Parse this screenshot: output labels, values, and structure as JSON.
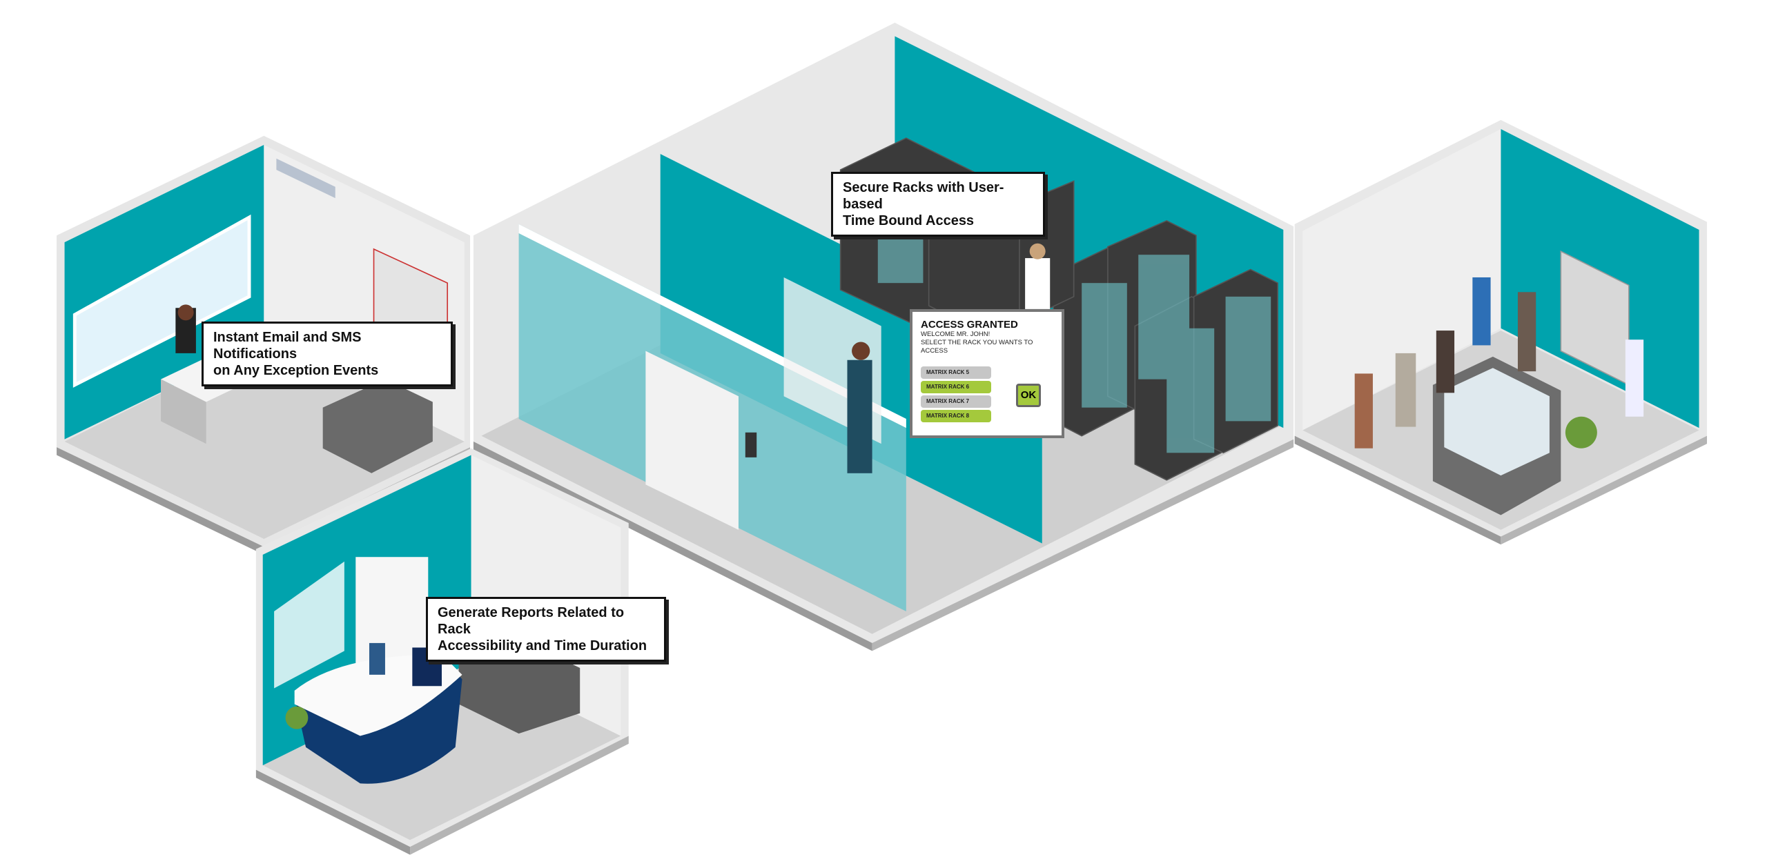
{
  "callouts": {
    "notifications": {
      "line1": "Instant Email and SMS Notifications",
      "line2": "on Any Exception Events"
    },
    "secure_racks": {
      "line1": "Secure Racks with User-based",
      "line2": "Time Bound Access"
    },
    "reports": {
      "line1": "Generate Reports Related to Rack",
      "line2": "Accessibility and Time Duration"
    }
  },
  "access_panel": {
    "title": "ACCESS GRANTED",
    "welcome": "WELCOME MR. JOHN!",
    "instruction": "SELECT THE RACK YOU WANTS TO ACCESS",
    "racks": [
      {
        "label": "MATRIX RACK 5",
        "state": "grey"
      },
      {
        "label": "MATRIX RACK 6",
        "state": "green"
      },
      {
        "label": "MATRIX RACK 7",
        "state": "grey"
      },
      {
        "label": "MATRIX RACK 8",
        "state": "green"
      }
    ],
    "ok_label": "OK"
  },
  "colors": {
    "teal": "#00a3ad",
    "teal_light": "#6fc6cc",
    "floor": "#d3d3d3",
    "wall": "#ececec",
    "rack": "#3a3a3a",
    "accent_green": "#a4c93c"
  }
}
